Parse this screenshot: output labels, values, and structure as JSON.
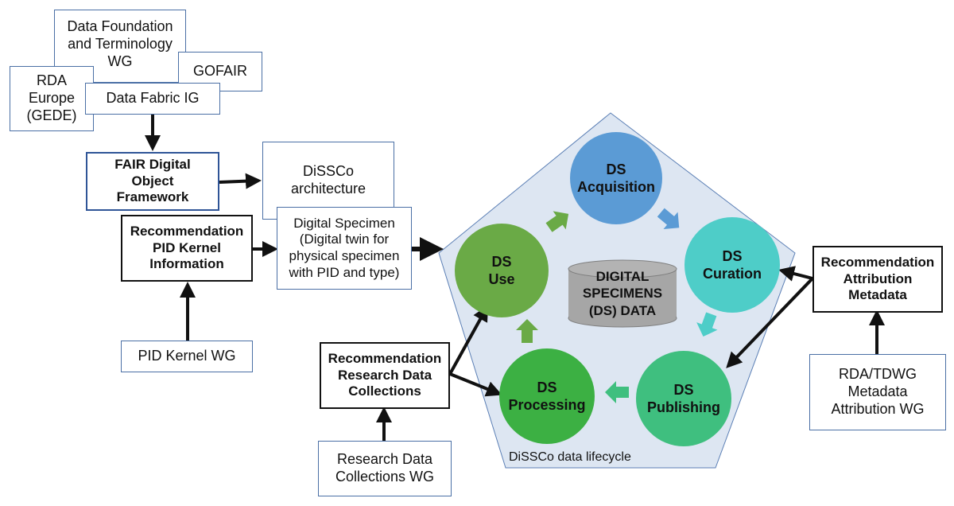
{
  "boxes": {
    "data_foundation": "Data Foundation and Terminology WG",
    "gofair": "GOFAIR",
    "rda_europe": "RDA Europe (GEDE)",
    "data_fabric": "Data Fabric IG",
    "fair_do": "FAIR Digital Object Framework",
    "dissco_arch": "DiSSCo architecture",
    "digital_specimen": "Digital Specimen (Digital twin for physical specimen with PID and type)",
    "rec_pid": "Recommendation PID Kernel Information",
    "pid_wg": "PID Kernel WG",
    "rec_rdc": "Recommendation Research Data Collections",
    "rdc_wg": "Research Data Collections WG",
    "rec_attr": "Recommendation Attribution Metadata",
    "attr_wg": "RDA/TDWG Metadata Attribution WG"
  },
  "lifecycle": {
    "caption": "DiSSCo data lifecycle",
    "center": "DIGITAL SPECIMENS (DS) DATA",
    "stages": {
      "acquisition": "DS Acquisition",
      "curation": "DS Curation",
      "publishing": "DS Publishing",
      "processing": "DS Processing",
      "use": "DS Use"
    }
  },
  "colors": {
    "acquisition": "#5b9bd5",
    "curation": "#4ecdc8",
    "publishing": "#3fbf7f",
    "processing": "#3cb043",
    "use": "#6aaa46",
    "pentagon": "#dde6f2",
    "cylinder": "#a6a6a6"
  }
}
